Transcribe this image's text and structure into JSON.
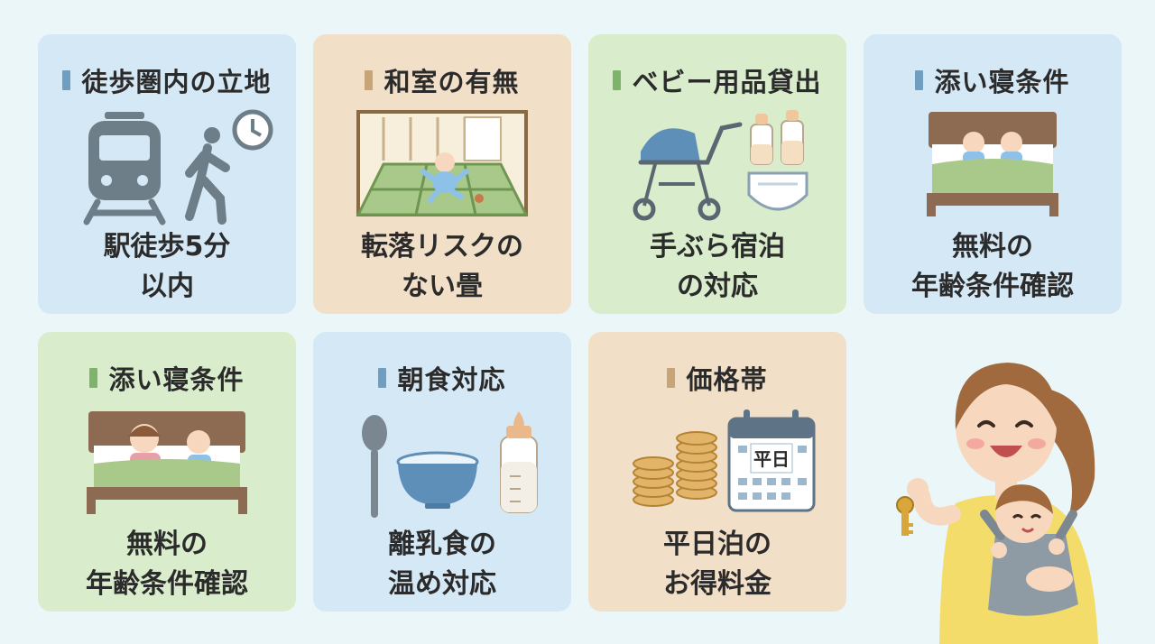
{
  "cards": [
    {
      "title": "徒歩圏内の立地",
      "line1": "駅徒歩5分",
      "line2": "以内",
      "icon": "train-walk-clock-icon"
    },
    {
      "title": "和室の有無",
      "line1": "転落リスクの",
      "line2": "ない畳",
      "icon": "tatami-room-icon"
    },
    {
      "title": "ベビー用品貸出",
      "line1": "手ぶら宿泊",
      "line2": "の対応",
      "icon": "stroller-bottles-diaper-icon"
    },
    {
      "title": "添い寝条件",
      "line1": "無料の",
      "line2": "年齢条件確認",
      "icon": "bed-babies-icon"
    },
    {
      "title": "添い寝条件",
      "line1": "無料の",
      "line2": "年齢条件確認",
      "icon": "bed-parent-baby-icon"
    },
    {
      "title": "朝食対応",
      "line1": "離乳食の",
      "line2": "温め対応",
      "icon": "spoon-bowl-bottle-icon"
    },
    {
      "title": "価格帯",
      "line1": "平日泊の",
      "line2": "お得料金",
      "icon": "coins-calendar-icon",
      "calendar_label": "平日"
    }
  ],
  "colors": {
    "blue": "#d5e8f5",
    "peach": "#f2dfc8",
    "green": "#d9edcc",
    "background": "#eaf6f8"
  },
  "illustration": "mother-with-baby-holding-key"
}
